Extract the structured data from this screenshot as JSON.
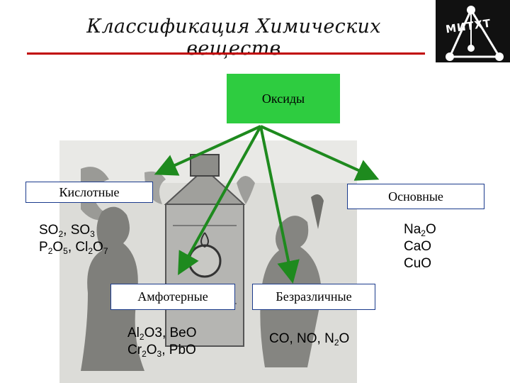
{
  "title": "Классификация Химических веществ",
  "logo": {
    "text": "МИТХТ"
  },
  "nodes": {
    "root": "Оксиды",
    "acidic": "Кислотные",
    "basic": "Основные",
    "amphoteric": "Амфотерные",
    "indifferent": "Безразличные"
  },
  "examples": {
    "acidic": [
      [
        {
          "t": "SO"
        },
        {
          "s": "2"
        },
        {
          "t": ", SO"
        },
        {
          "s": "3"
        }
      ],
      [
        {
          "t": "P"
        },
        {
          "s": "2"
        },
        {
          "t": "O"
        },
        {
          "s": "5"
        },
        {
          "t": ", Cl"
        },
        {
          "s": "2"
        },
        {
          "t": "O"
        },
        {
          "s": "7"
        }
      ]
    ],
    "basic": [
      [
        {
          "t": "Na"
        },
        {
          "s": "2"
        },
        {
          "t": "O"
        }
      ],
      [
        {
          "t": "CaO"
        }
      ],
      [
        {
          "t": "CuO"
        }
      ]
    ],
    "amphoteric": [
      [
        {
          "t": "Al"
        },
        {
          "s": "2"
        },
        {
          "t": "O3, BeO"
        }
      ],
      [
        {
          "t": "Cr"
        },
        {
          "s": "2"
        },
        {
          "t": "O"
        },
        {
          "s": "3"
        },
        {
          "t": ", PbO"
        }
      ]
    ],
    "indifferent": [
      [
        {
          "t": "CO, NO, N"
        },
        {
          "s": "2"
        },
        {
          "t": "O"
        }
      ]
    ]
  },
  "colors": {
    "root_fill": "#2ecc40",
    "arrow": "#1e8a1e",
    "title_rule": "#c00000",
    "box_border": "#1a3a8c"
  }
}
